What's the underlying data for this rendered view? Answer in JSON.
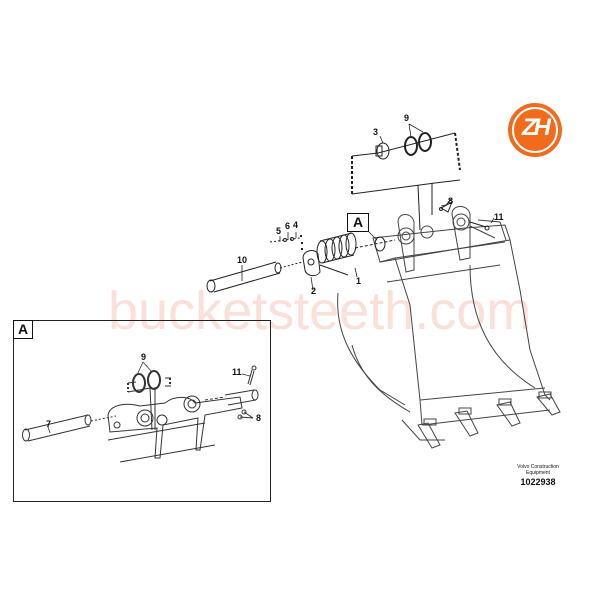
{
  "watermark": {
    "text": "bucketsteeth.com",
    "color": "#f9d9cf"
  },
  "logo": {
    "text": "ZH",
    "color": "#f26a1b"
  },
  "main_view": {
    "section_label": "A",
    "callouts": [
      {
        "id": "c1",
        "label": "1"
      },
      {
        "id": "c2",
        "label": "2"
      },
      {
        "id": "c3",
        "label": "3"
      },
      {
        "id": "c4",
        "label": "4"
      },
      {
        "id": "c5",
        "label": "5"
      },
      {
        "id": "c6",
        "label": "6"
      },
      {
        "id": "c8",
        "label": "8"
      },
      {
        "id": "c9",
        "label": "9"
      },
      {
        "id": "c10",
        "label": "10"
      },
      {
        "id": "c11",
        "label": "11"
      }
    ]
  },
  "detail_view": {
    "section_label": "A",
    "callouts": [
      {
        "id": "d7",
        "label": "7"
      },
      {
        "id": "d8",
        "label": "8"
      },
      {
        "id": "d9",
        "label": "9"
      },
      {
        "id": "d11",
        "label": "11"
      }
    ]
  },
  "footer": {
    "company": "Volvo Construction Equipment",
    "company_line1": "Volvo Construction",
    "company_line2": "Equipment",
    "drawing_number": "1022938"
  }
}
